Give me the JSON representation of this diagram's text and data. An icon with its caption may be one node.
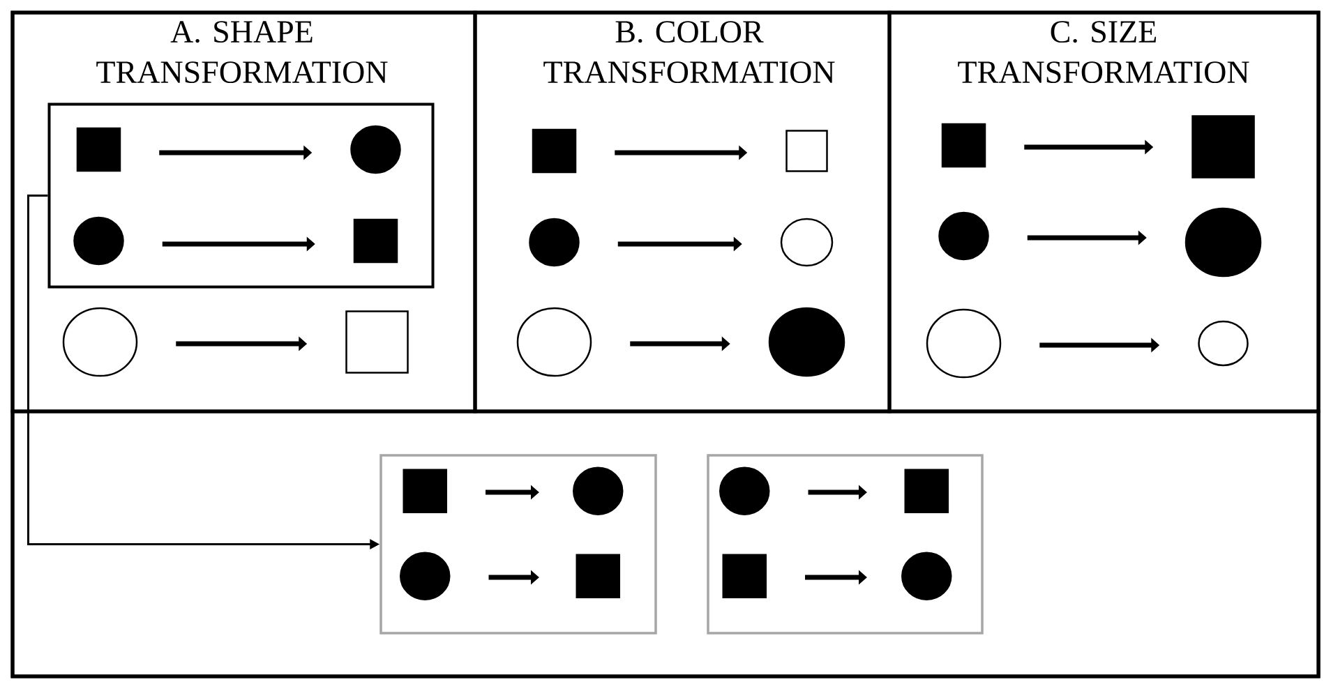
{
  "diagram": {
    "nodes": [
      {
        "text": [
          "A. SHAPE TRANSFORMATION"
        ]
      },
      {
        "text": [],
        "shape": "box",
        "in": 0
      },
      {
        "text": [],
        "shape": "box",
        "in": 1
      },
      {
        "text": [],
        "shape": "circle",
        "in": 1
      },
      {
        "text": [],
        "shape": "circle",
        "in": 1
      },
      {
        "text": [],
        "shape": "box",
        "in": 1
      },
      {
        "text": [],
        "shape": "circle",
        "in": 0
      },
      {
        "text": [],
        "shape": "box",
        "in": 0
      },
      {
        "text": [
          "B. COLOR TRANSFORMATION"
        ]
      },
      {
        "text": [],
        "shape": "box",
        "in": 8
      },
      {
        "text": [],
        "shape": "box",
        "in": 8
      },
      {
        "text": [],
        "shape": "circle",
        "in": 8
      },
      {
        "text": [],
        "shape": "circle",
        "in": 8
      },
      {
        "text": [],
        "shape": "circle",
        "in": 8
      },
      {
        "text": [],
        "shape": "circle",
        "in": 8
      },
      {
        "text": [
          "C. SIZE TRANSFORMATION"
        ]
      },
      {
        "text": [],
        "shape": "box",
        "in": 15
      },
      {
        "text": [],
        "shape": "box",
        "in": 15
      },
      {
        "text": [],
        "shape": "circle",
        "in": 15
      },
      {
        "text": [],
        "shape": "circle",
        "in": 15
      },
      {
        "text": [],
        "shape": "circle",
        "in": 15
      },
      {
        "text": [],
        "shape": "circle",
        "in": 15
      },
      {
        "text": [],
        "shape": "box"
      },
      {
        "text": [],
        "shape": "box",
        "in": 22
      },
      {
        "text": [],
        "shape": "circle",
        "in": 22
      },
      {
        "text": [],
        "shape": "circle",
        "in": 22
      },
      {
        "text": [],
        "shape": "box",
        "in": 22
      },
      {
        "text": [],
        "shape": "box"
      },
      {
        "text": [],
        "shape": "circle",
        "in": 27
      },
      {
        "text": [],
        "shape": "box",
        "in": 27
      },
      {
        "text": [],
        "shape": "box",
        "in": 27
      },
      {
        "text": [],
        "shape": "circle",
        "in": 27
      }
    ],
    "edges": [
      {
        "from": 2,
        "to": 3,
        "arrow": "to"
      },
      {
        "from": 4,
        "to": 5,
        "arrow": "to"
      },
      {
        "from": 6,
        "to": 7,
        "arrow": "to"
      },
      {
        "from": 9,
        "to": 10,
        "arrow": "to"
      },
      {
        "from": 11,
        "to": 12,
        "arrow": "to"
      },
      {
        "from": 13,
        "to": 14,
        "arrow": "to"
      },
      {
        "from": 16,
        "to": 17,
        "arrow": "to"
      },
      {
        "from": 18,
        "to": 19,
        "arrow": "to"
      },
      {
        "from": 20,
        "to": 21,
        "arrow": "to"
      },
      {
        "from": 23,
        "to": 24,
        "arrow": "to"
      },
      {
        "from": 25,
        "to": 26,
        "arrow": "to"
      },
      {
        "from": 28,
        "to": 29,
        "arrow": "to"
      },
      {
        "from": 30,
        "to": 31,
        "arrow": "to"
      },
      {
        "from": 1,
        "to": 22,
        "arrow": "to"
      }
    ]
  }
}
